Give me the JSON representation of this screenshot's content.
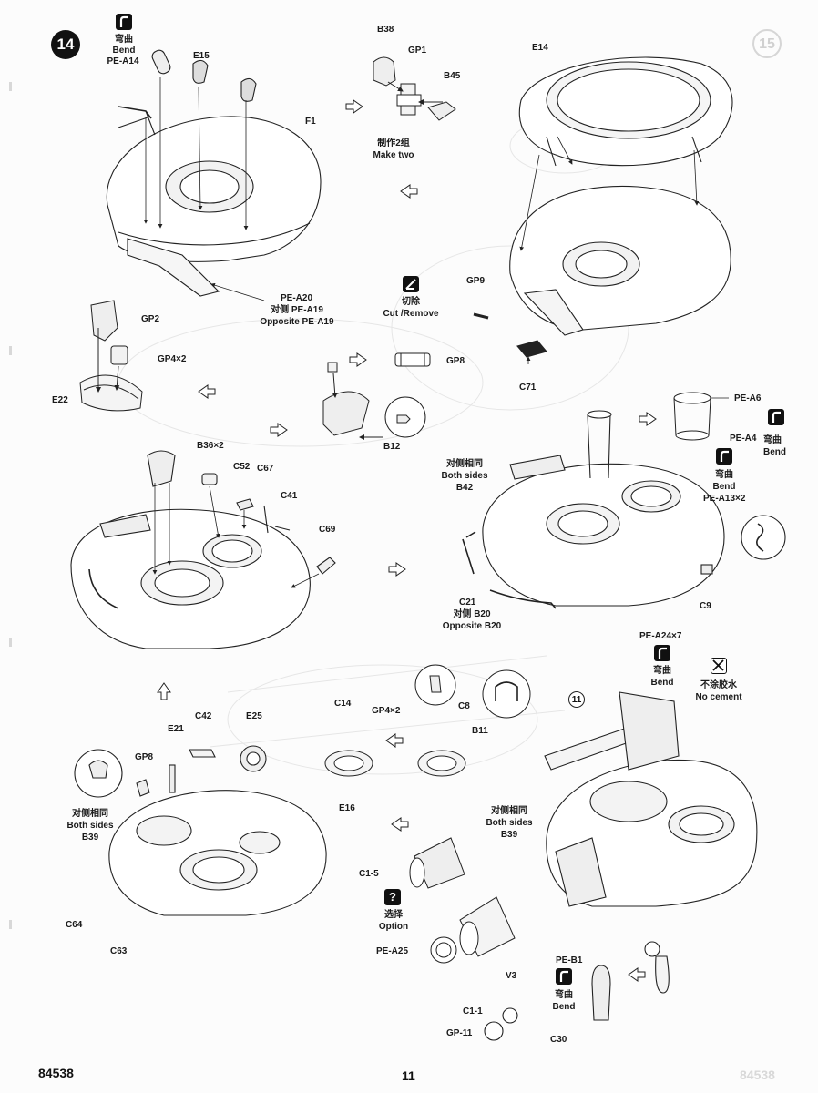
{
  "step_number": "14",
  "ghost_step_number": "15",
  "footer": {
    "model_number": "84538",
    "page_number": "11",
    "ghost_right": "84538"
  },
  "callout_subassembly": "11",
  "symbols": {
    "bend": {
      "icon": "bend-icon",
      "cn": "弯曲",
      "en": "Bend"
    },
    "cut": {
      "icon": "cut-remove-icon",
      "cn": "切除",
      "en": "Cut /Remove"
    },
    "option": {
      "icon": "option-icon",
      "cn": "选择",
      "en": "Option"
    },
    "no_cement": {
      "icon": "no-cement-icon",
      "cn": "不涂胶水",
      "en": "No cement"
    }
  },
  "notes": {
    "make_two_cn": "制作2组",
    "make_two_en": "Make two",
    "both_sides_cn": "对侧相同",
    "both_sides_en": "Both sides",
    "opposite_cn": "对侧",
    "opposite_en": "Opposite"
  },
  "parts": {
    "pe_a14": "PE-A14",
    "e15": "E15",
    "f1": "F1",
    "b38": "B38",
    "gp1": "GP1",
    "b45": "B45",
    "e14": "E14",
    "pe_a20": "PE-A20",
    "pe_a19_cn": "对侧 PE-A19",
    "pe_a19_en": "Opposite PE-A19",
    "gp2": "GP2",
    "gp4x2": "GP4×2",
    "e22": "E22",
    "gp9": "GP9",
    "gp8": "GP8",
    "c71": "C71",
    "b12": "B12",
    "pe_a6": "PE-A6",
    "pe_a4": "PE-A4",
    "pe_a13x2": "PE-A13×2",
    "b36x2": "B36×2",
    "c52": "C52",
    "c67": "C67",
    "c41": "C41",
    "c69": "C69",
    "b42": "B42",
    "c21": "C21",
    "b20_cn": "对侧 B20",
    "b20_en": "Opposite B20",
    "c9": "C9",
    "pe_a24x7": "PE-A24×7",
    "c42": "C42",
    "e25": "E25",
    "e21": "E21",
    "c14": "C14",
    "gp4x2_b": "GP4×2",
    "c8": "C8",
    "b11": "B11",
    "e16": "E16",
    "b39": "B39",
    "c64": "C64",
    "c63": "C63",
    "c1_5": "C1-5",
    "pe_a25": "PE-A25",
    "v3": "V3",
    "pe_b1": "PE-B1",
    "c1_1": "C1-1",
    "gp11": "GP-11",
    "c30": "C30"
  }
}
